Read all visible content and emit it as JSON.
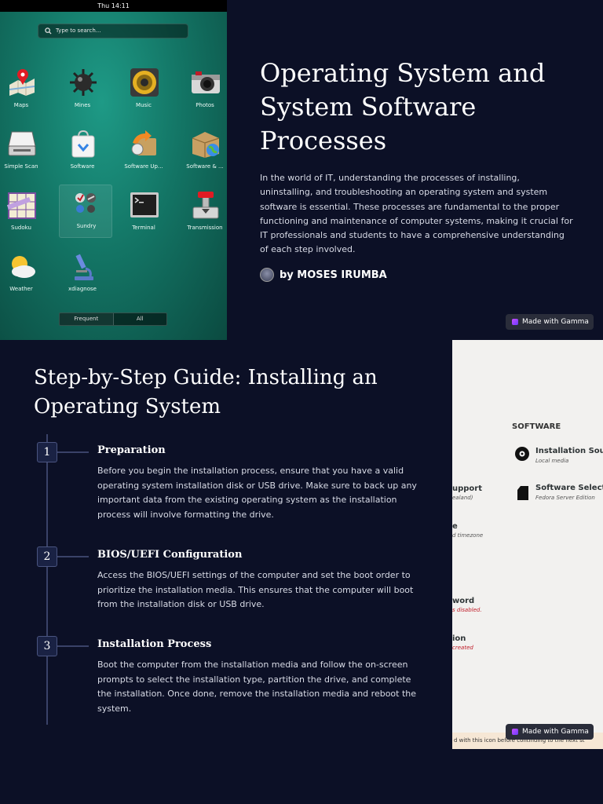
{
  "slide1": {
    "screenshot": {
      "clock": "Thu 14:11",
      "search_placeholder": "Type to search...",
      "apps": [
        {
          "label": "Maps",
          "icon": "map-pin-icon"
        },
        {
          "label": "Mines",
          "icon": "mine-icon"
        },
        {
          "label": "Music",
          "icon": "speaker-icon"
        },
        {
          "label": "Photos",
          "icon": "camera-icon"
        },
        {
          "label": "Simple Scan",
          "icon": "scanner-icon"
        },
        {
          "label": "Software",
          "icon": "shopping-bag-icon"
        },
        {
          "label": "Software Up...",
          "icon": "software-update-icon"
        },
        {
          "label": "Software & ...",
          "icon": "package-globe-icon"
        },
        {
          "label": "Sudoku",
          "icon": "sudoku-icon"
        },
        {
          "label": "Sundry",
          "icon": "folder-sundry-icon"
        },
        {
          "label": "Terminal",
          "icon": "terminal-icon"
        },
        {
          "label": "Transmission",
          "icon": "transmission-icon"
        },
        {
          "label": "Weather",
          "icon": "weather-icon"
        },
        {
          "label": "xdiagnose",
          "icon": "microscope-icon"
        }
      ],
      "tabs": [
        "Frequent",
        "All"
      ]
    },
    "title": "Operating System and System Software Processes",
    "intro": "In the world of IT, understanding the processes of installing, uninstalling, and troubleshooting an operating system and system software is essential. These processes are fundamental to the proper functioning and maintenance of computer systems, making it crucial for IT professionals and students to have a comprehensive understanding of each step involved.",
    "author": "by MOSES IRUMBA",
    "badge": "Made with Gamma"
  },
  "slide2": {
    "title": "Step-by-Step Guide: Installing an Operating System",
    "steps": [
      {
        "number": "1",
        "title": "Preparation",
        "text": "Before you begin the installation process, ensure that you have a valid operating system installation disk or USB drive. Make sure to back up any important data from the existing operating system as the installation process will involve formatting the drive."
      },
      {
        "number": "2",
        "title": "BIOS/UEFI Configuration",
        "text": "Access the BIOS/UEFI settings of the computer and set the boot order to prioritize the installation media. This ensures that the computer will boot from the installation disk or USB drive."
      },
      {
        "number": "3",
        "title": "Installation Process",
        "text": "Boot the computer from the installation media and follow the on-screen prompts to select the installation type, partition the drive, and complete the installation. Once done, remove the installation media and reboot the system."
      }
    ],
    "installer": {
      "section": "SOFTWARE",
      "source_title": "Installation Sourc",
      "source_sub": "Local media",
      "selection_title": "Software Selecti",
      "selection_sub": "Fedora Server Edition",
      "frag_support": "upport",
      "frag_support_sub": "ealand)",
      "frag_e": "e",
      "frag_timezone": "d timezone",
      "frag_word": "word",
      "frag_disabled": "s disabled.",
      "frag_ion": "ion",
      "frag_created": "created",
      "bottom_note": "d with this icon before continuing to the next st"
    },
    "badge": "Made with Gamma"
  }
}
